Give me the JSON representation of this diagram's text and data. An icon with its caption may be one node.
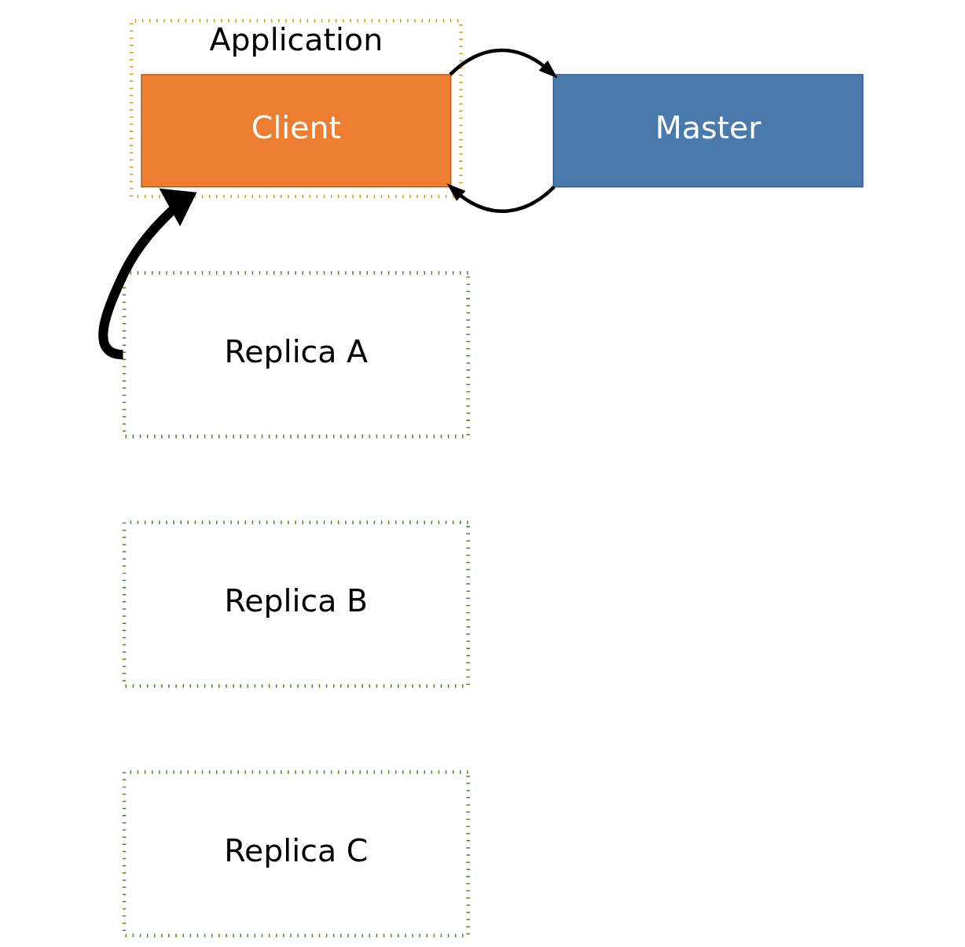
{
  "diagram": {
    "nodes": [
      {
        "text": [
          "Application"
        ]
      },
      {
        "text": [
          "Client"
        ],
        "in": 0
      },
      {
        "text": [
          "Master"
        ]
      },
      {
        "text": [
          "Replica A"
        ]
      },
      {
        "text": [
          "Replica B"
        ]
      },
      {
        "text": [
          "Replica C"
        ]
      }
    ],
    "edges": [
      {
        "from": 1,
        "to": 2,
        "arrow": "to"
      },
      {
        "from": 2,
        "to": 1,
        "arrow": "to"
      },
      {
        "from": 3,
        "to": 0,
        "arrow": "to",
        "style": "thick"
      }
    ]
  }
}
